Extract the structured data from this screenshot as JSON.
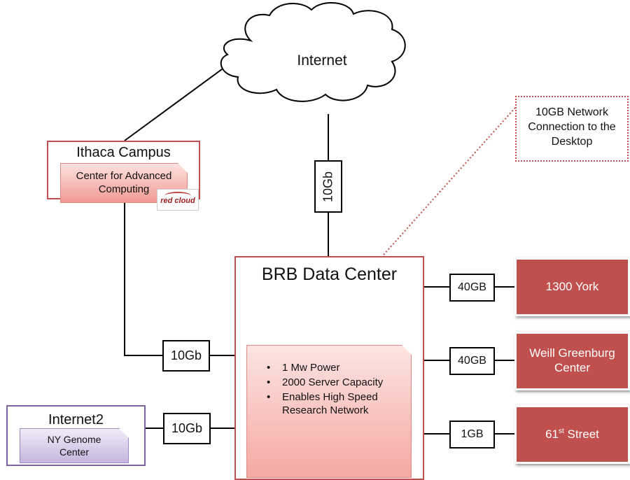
{
  "cloud": {
    "label": "Internet"
  },
  "note": {
    "line1": "10GB Network",
    "line2": "Connection to the",
    "line3": "Desktop"
  },
  "ithaca": {
    "title": "Ithaca Campus",
    "center_line1": "Center for Advanced",
    "center_line2": "Computing",
    "logo_text": "red cloud"
  },
  "brb": {
    "title": "BRB Data Center",
    "bullets": [
      "1 Mw Power",
      "2000 Server Capacity",
      "Enables High Speed",
      "Research Network"
    ]
  },
  "links": {
    "internet_brb": "10Gb",
    "ithaca_brb": "10Gb",
    "internet2_brb": "10Gb",
    "brb_york": "40GB",
    "brb_weill": "40GB",
    "brb_61st": "1GB"
  },
  "sites": {
    "york": "1300 York",
    "weill_line1": "Weill Greenburg",
    "weill_line2": "Center",
    "st61_num": "61",
    "st61_sup": "st",
    "st61_rest": " Street"
  },
  "internet2": {
    "title": "Internet2",
    "genome_line1": "NY Genome",
    "genome_line2": "Center"
  },
  "colors": {
    "red": "#c0504d",
    "purple": "#8064a2",
    "line": "#000000"
  }
}
